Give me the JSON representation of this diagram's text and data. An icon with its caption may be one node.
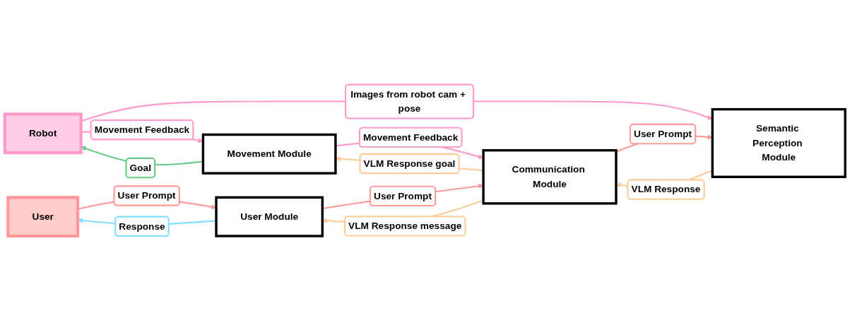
{
  "diagram": {
    "nodes": [
      {
        "text": [
          "User"
        ]
      },
      {
        "text": [
          "Movement Module"
        ]
      },
      {
        "text": [
          "Robot"
        ]
      },
      {
        "text": [
          "User Module"
        ]
      },
      {
        "text": [
          "Communication Module"
        ]
      },
      {
        "text": [
          "Semantic Perception Module"
        ]
      }
    ],
    "edges": [
      {
        "from": 2,
        "to": 1,
        "arrow": "to",
        "label": "Movement Feedback",
        "color": "#ff99cc"
      },
      {
        "from": 1,
        "to": 2,
        "arrow": "to",
        "label": "Goal",
        "color": "#66cc88"
      },
      {
        "from": 0,
        "to": 3,
        "arrow": "to",
        "label": "User Prompt",
        "color": "#ff9999"
      },
      {
        "from": 3,
        "to": 0,
        "arrow": "to",
        "label": "Response",
        "color": "#80dfff"
      },
      {
        "from": 4,
        "to": 1,
        "arrow": "to",
        "label": "VLM Response goal",
        "color": "#ffcc99"
      },
      {
        "from": 1,
        "to": 4,
        "arrow": "to",
        "label": "Movement Feedback",
        "color": "#ff99cc"
      },
      {
        "from": 2,
        "to": 5,
        "arrow": "to",
        "label": "Images from robot cam + pose",
        "color": "#ff99cc"
      },
      {
        "from": 3,
        "to": 4,
        "arrow": "to",
        "label": "User Prompt",
        "color": "#ff9999"
      },
      {
        "from": 4,
        "to": 3,
        "arrow": "to",
        "label": "VLM Response message",
        "color": "#ffcc99"
      },
      {
        "from": 4,
        "to": 5,
        "arrow": "to",
        "label": "User Prompt",
        "color": "#ff9999"
      },
      {
        "from": 5,
        "to": 4,
        "arrow": "to",
        "label": "VLM Response",
        "color": "#ffcc99"
      }
    ]
  }
}
